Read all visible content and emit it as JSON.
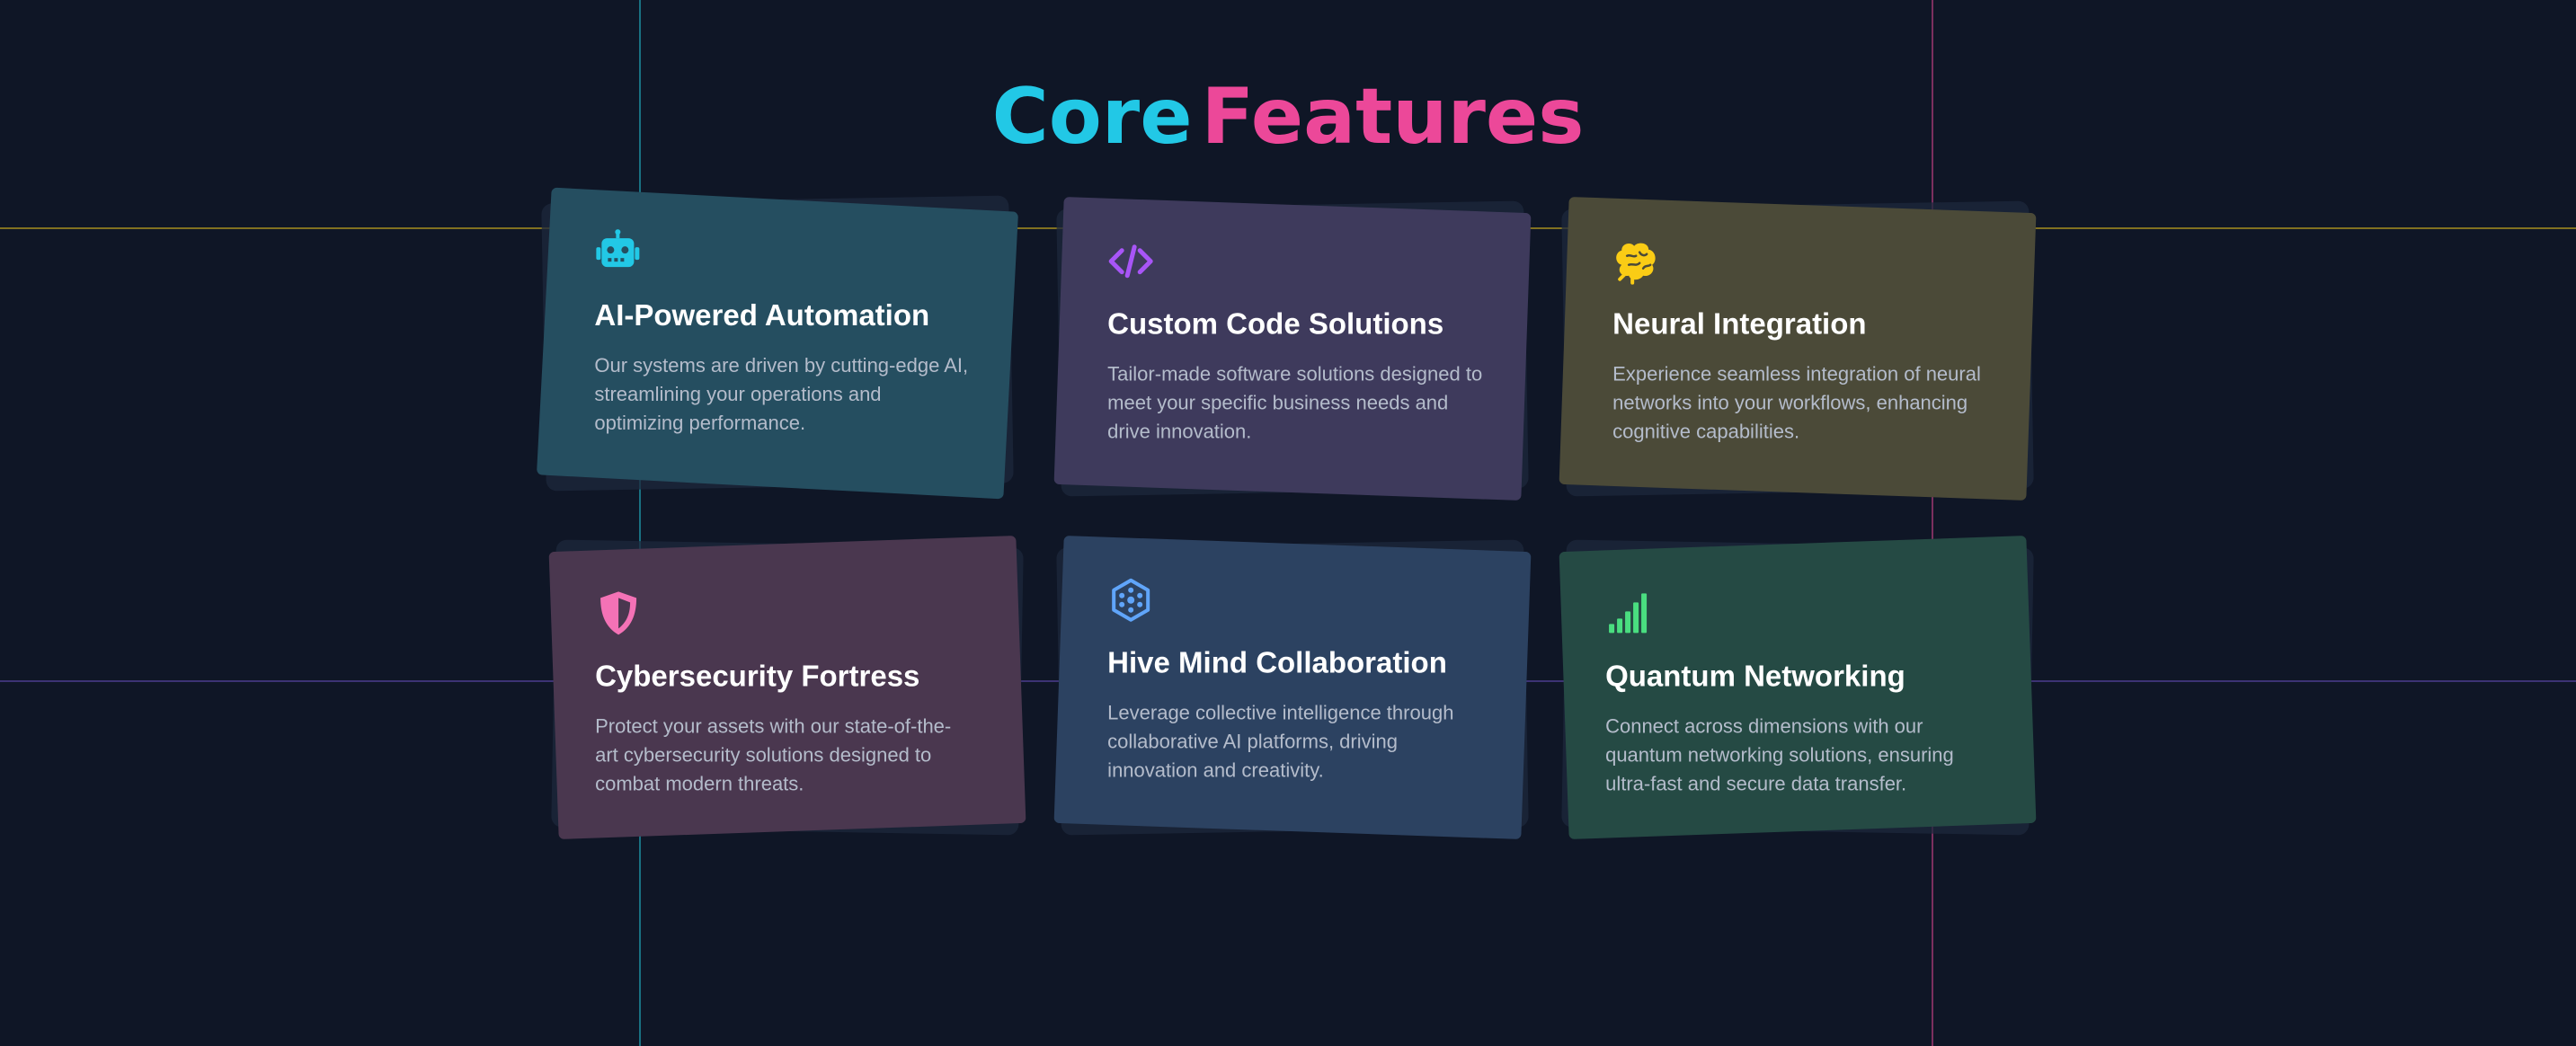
{
  "section": {
    "title_part1": "Core",
    "title_part2": "Features",
    "title_colors": {
      "part1": "#22c8e6",
      "part2": "#ec4899"
    }
  },
  "cards": [
    {
      "icon": "robot-icon",
      "accent": "#22c8e6",
      "title": "AI-Powered Automation",
      "description": "Our systems are driven by cutting-edge AI, streamlining your operations and optimizing performance."
    },
    {
      "icon": "code-icon",
      "accent": "#a855f7",
      "title": "Custom Code Solutions",
      "description": "Tailor-made software solutions designed to meet your specific business needs and drive innovation."
    },
    {
      "icon": "brain-icon",
      "accent": "#facc15",
      "title": "Neural Integration",
      "description": "Experience seamless integration of neural networks into your workflows, enhancing cognitive capabilities."
    },
    {
      "icon": "shield-icon",
      "accent": "#f472b6",
      "title": "Cybersecurity Fortress",
      "description": "Protect your assets with our state-of-the-art cybersecurity solutions designed to combat modern threats."
    },
    {
      "icon": "hive-icon",
      "accent": "#60a5fa",
      "title": "Hive Mind Collaboration",
      "description": "Leverage collective intelligence through collaborative AI platforms, driving innovation and creativity."
    },
    {
      "icon": "signal-icon",
      "accent": "#4ade80",
      "title": "Quantum Networking",
      "description": "Connect across dimensions with our quantum networking solutions, ensuring ultra-fast and secure data transfer."
    }
  ]
}
